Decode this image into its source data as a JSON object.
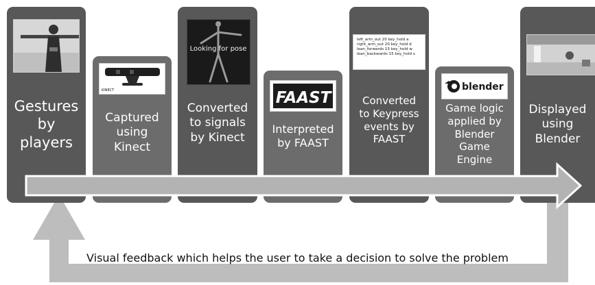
{
  "steps": [
    {
      "label": "Gestures by players",
      "lines": [
        "Gestures",
        "by",
        "players"
      ],
      "thumb": "photo of a girl with arms outstretched"
    },
    {
      "label": "Captured using Kinect",
      "lines": [
        "Captured",
        "using",
        "Kinect"
      ],
      "thumb_text": "KINECT"
    },
    {
      "label": "Converted to signals by Kinect",
      "lines": [
        "Converted",
        "to signals",
        "by Kinect"
      ],
      "thumb_text": "Looking for pose"
    },
    {
      "label": "Interpreted by FAAST",
      "lines": [
        "Interpreted",
        "by FAAST"
      ],
      "thumb_text": "FAAST"
    },
    {
      "label": "Converted to Keypress events by FAAST",
      "lines": [
        "Converted",
        "to Keypress",
        "events by",
        "FAAST"
      ],
      "thumb_lines": [
        "left_arm_out 20 key_hold a",
        "right_arm_out 20 key_hold d",
        "lean_forwards 15 key_hold w",
        "lean_backwards 15 key_hold s"
      ]
    },
    {
      "label": "Game logic applied by Blender Game Engine",
      "lines": [
        "Game logic",
        "applied by",
        "Blender",
        "Game",
        "Engine"
      ],
      "thumb_text": "blender"
    },
    {
      "label": "Displayed using Blender",
      "lines": [
        "Displayed",
        "using",
        "Blender"
      ],
      "thumb": "game screenshot"
    }
  ],
  "feedback_caption": "Visual feedback which helps the user to take a decision to solve the problem",
  "colors": {
    "card_dark": "#585858",
    "card_light": "#6c6c6c",
    "arrow": "#b3b3b3",
    "feedback_arrow": "#bdbdbd"
  },
  "icons": [
    "person-photo-icon",
    "kinect-sensor-icon",
    "skeleton-pose-icon",
    "faast-logo-icon",
    "keymap-text-icon",
    "blender-logo-icon",
    "game-scene-icon"
  ]
}
